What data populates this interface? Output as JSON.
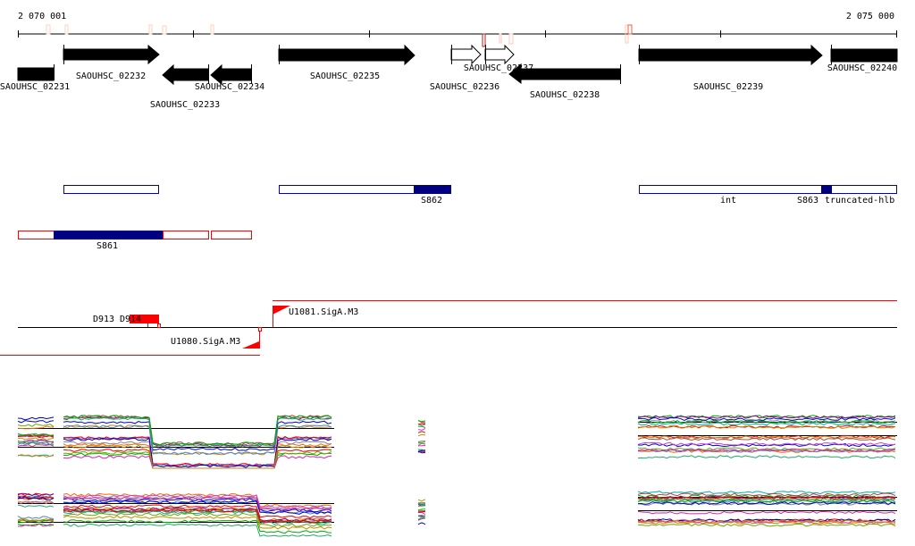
{
  "ruler": {
    "start_label": "2 070 001",
    "end_label": "2 075 000"
  },
  "genes": [
    {
      "name": "SAOUHSC_02231"
    },
    {
      "name": "SAOUHSC_02232"
    },
    {
      "name": "SAOUHSC_02233"
    },
    {
      "name": "SAOUHSC_02234"
    },
    {
      "name": "SAOUHSC_02235"
    },
    {
      "name": "SAOUHSC_02236"
    },
    {
      "name": "SAOUHSC_02237"
    },
    {
      "name": "SAOUHSC_02238"
    },
    {
      "name": "SAOUHSC_02239"
    },
    {
      "name": "SAOUHSC_02240"
    }
  ],
  "features": {
    "s862": "S862",
    "int": "int",
    "s863": "S863",
    "truncated": "truncated-hlb",
    "s861": "S861"
  },
  "promoters": {
    "d913": "D913",
    "d914": "D914",
    "u1080": "U1080.SigA.M3",
    "u1081": "U1081.SigA.M3"
  },
  "colors": {
    "gene": "#000000",
    "feature_blue": "#0000cc",
    "feature_fill": "#000080",
    "promoter": "#ff0000"
  }
}
